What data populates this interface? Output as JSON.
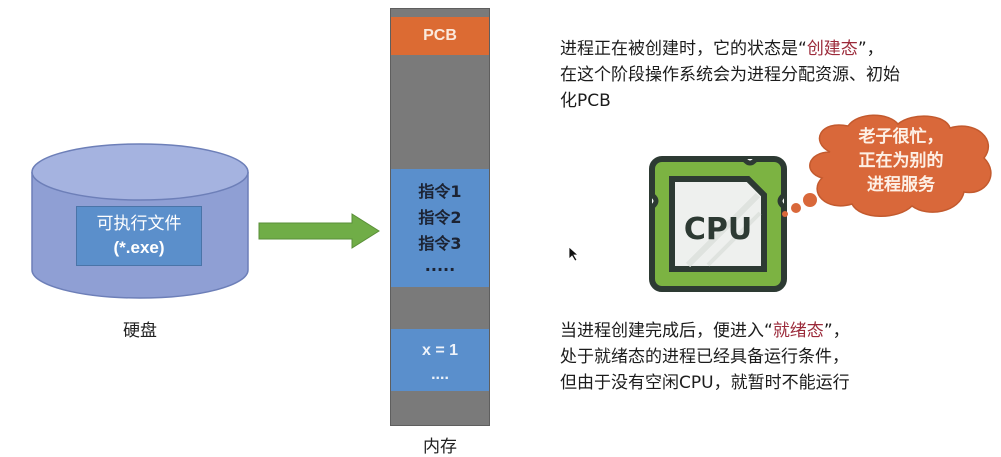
{
  "disk": {
    "file_label_line1": "可执行文件",
    "file_label_line2": "(*.exe)",
    "caption": "硬盘"
  },
  "arrow": {
    "icon": "right-arrow-icon",
    "color": "#70ad47"
  },
  "memory": {
    "caption": "内存",
    "pcb_label": "PCB",
    "instructions": [
      "指令1",
      "指令2",
      "指令3",
      "....."
    ],
    "data_lines": [
      "x = 1",
      "...."
    ],
    "colors": {
      "background": "#7a7a7a",
      "pcb": "#dc6b33",
      "block": "#5a8fcc"
    }
  },
  "created_state_text": {
    "before": "进程正在被创建时，它的状态是“",
    "highlight": "创建态",
    "after": "”，在这个阶段操作系统会为进程分配资源、初始化PCB"
  },
  "ready_state_text": {
    "before": "当进程创建完成后，便进入“",
    "highlight": "就绪态",
    "after": "”，",
    "line2": "处于就绪态的进程已经具备运行条件，",
    "line3": "但由于没有空闲CPU，就暂时不能运行"
  },
  "cpu": {
    "label": "CPU",
    "icon": "cpu-chip-icon",
    "color": "#7cb342"
  },
  "thought_bubble": {
    "lines": [
      "老子很忙，",
      "正在为别的",
      "进程服务"
    ],
    "color": "#d9683a"
  },
  "highlight_color": "#9b2a3a"
}
